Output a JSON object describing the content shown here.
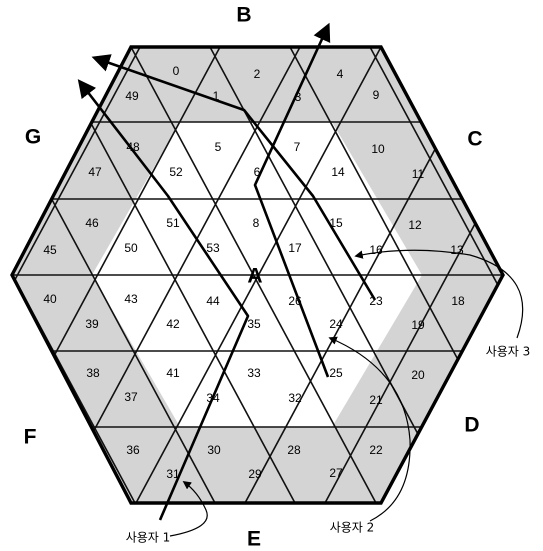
{
  "edge_labels": {
    "B": "B",
    "C": "C",
    "D": "D",
    "E": "E",
    "F": "F",
    "G": "G",
    "A": "A"
  },
  "cells": {
    "row0": [
      "0",
      "",
      "2",
      "",
      "4"
    ],
    "row0_side": [
      "49",
      "1",
      "3",
      "9"
    ],
    "row1": [
      "48",
      "5",
      "7",
      "10"
    ],
    "row1_b": [
      "47",
      "52",
      "6",
      "14",
      "11"
    ],
    "row2": [
      "46",
      "51",
      "8",
      "15",
      "12"
    ],
    "row2_b": [
      "45",
      "50",
      "53",
      "17",
      "16",
      "13"
    ],
    "row3": [
      "40",
      "43",
      "44",
      "26",
      "23",
      "18"
    ],
    "row3_b": [
      "39",
      "42",
      "35",
      "24",
      "19"
    ],
    "row4": [
      "38",
      "41",
      "33",
      "25",
      "20"
    ],
    "row4_b": [
      "37",
      "34",
      "32",
      "21"
    ],
    "row5": [
      "36",
      "30",
      "28",
      "22"
    ],
    "row5_b": [
      "31",
      "29",
      "27"
    ]
  },
  "users": {
    "user1": "사용자 1",
    "user2": "사용자 2",
    "user3": "사용자 3"
  }
}
